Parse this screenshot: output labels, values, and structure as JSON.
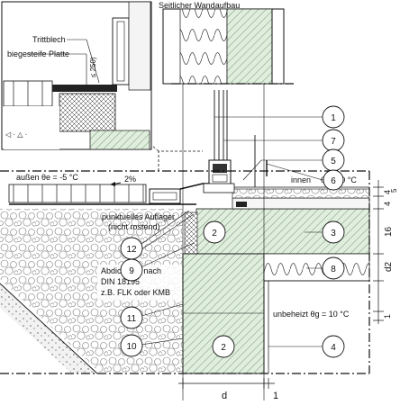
{
  "labels": {
    "seitlicher": "Seitlicher Wandaufbau",
    "trittblech": "Trittblech",
    "platte": "biegesteife Platte",
    "hoehe": "≤ 250)",
    "aussen": "außen   θe = -5 °C",
    "gefaelle": "2%",
    "innen": "innen",
    "theta_i": "θi = 20 °C",
    "auflager1": "punktuelles Auflager",
    "auflager2": "(nicht rostend)",
    "abd1": "Abdichtung nach",
    "abd2": "DIN 18195",
    "abd3": "z.B. FLK oder KMB",
    "unbeheizt": "unbeheizt  θg = 10 °C",
    "dim_d": "d",
    "dim_1": "1"
  },
  "dims_right": [
    "4",
    "5",
    "4",
    "16",
    "d2",
    "1"
  ],
  "callouts": [
    "1",
    "7",
    "5",
    "6",
    "3",
    "8",
    "4",
    "12",
    "9",
    "11",
    "10",
    "2",
    "2"
  ]
}
